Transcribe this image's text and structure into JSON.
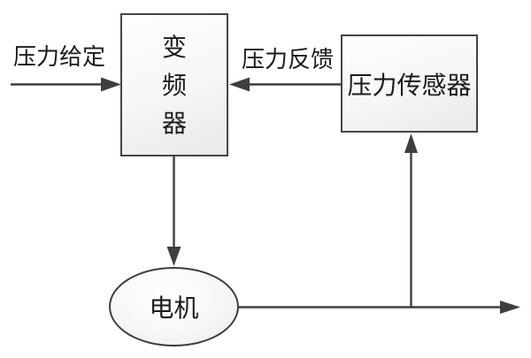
{
  "diagram": {
    "background_color": "#ffffff",
    "nodes": {
      "inverter": {
        "label": "变频器",
        "chars": [
          "变",
          "频",
          "器"
        ],
        "shape": "rectangle",
        "text_orientation": "vertical"
      },
      "sensor": {
        "label": "压力传感器",
        "shape": "rectangle",
        "text_orientation": "horizontal"
      },
      "motor": {
        "label": "电机",
        "shape": "ellipse",
        "text_orientation": "horizontal"
      }
    },
    "edges": {
      "setpoint": {
        "label": "压力给定",
        "from": "external-left",
        "to": "inverter",
        "direction": "right"
      },
      "feedback": {
        "label": "压力反馈",
        "from": "sensor",
        "to": "inverter",
        "direction": "left"
      },
      "drive": {
        "from": "inverter",
        "to": "motor",
        "direction": "down"
      },
      "output": {
        "from": "motor",
        "to": "external-right",
        "direction": "right"
      },
      "sense": {
        "from": "output-line",
        "to": "sensor",
        "direction": "up"
      }
    },
    "colors": {
      "line": "#3f3f3f",
      "node_border": "#454545",
      "text": "#1b1b1b",
      "node_fill_light": "#fefefe",
      "node_fill_dark": "#e9e9e9"
    }
  }
}
